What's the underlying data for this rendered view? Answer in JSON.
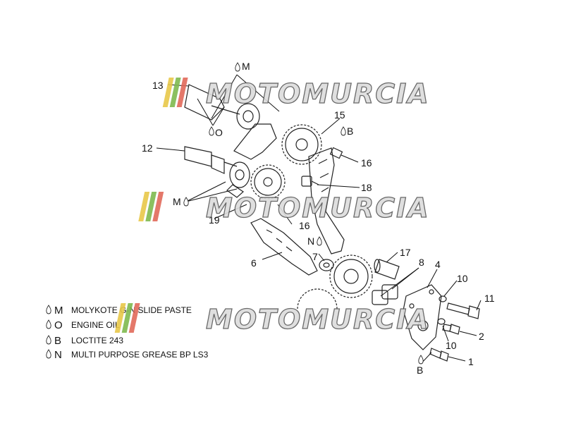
{
  "callouts": {
    "c1": "1",
    "c2": "2",
    "c4": "4",
    "c6": "6",
    "c7": "7",
    "c8": "8",
    "c10a": "10",
    "c10b": "10",
    "c11": "11",
    "c12": "12",
    "c13": "13",
    "c15": "15",
    "c16a": "16",
    "c16b": "16",
    "c17": "17",
    "c18": "18",
    "c19": "19"
  },
  "markers": {
    "m_top": "M",
    "o_top": "O",
    "b_top": "B",
    "m_left": "M",
    "n_mid": "N",
    "b_bottom": "B"
  },
  "legend": [
    {
      "letter": "M",
      "text": "MOLYKOTE G-N SLIDE PASTE"
    },
    {
      "letter": "O",
      "text": "ENGINE OIL"
    },
    {
      "letter": "B",
      "text": "LOCTITE 243"
    },
    {
      "letter": "N",
      "text": "MULTI PURPOSE GREASE BP LS3"
    }
  ],
  "watermark": {
    "text": "MOTOMURCIA",
    "colors": [
      "#e8c84a",
      "#7fba4f",
      "#e26a5a",
      "#6a6a6a"
    ]
  }
}
